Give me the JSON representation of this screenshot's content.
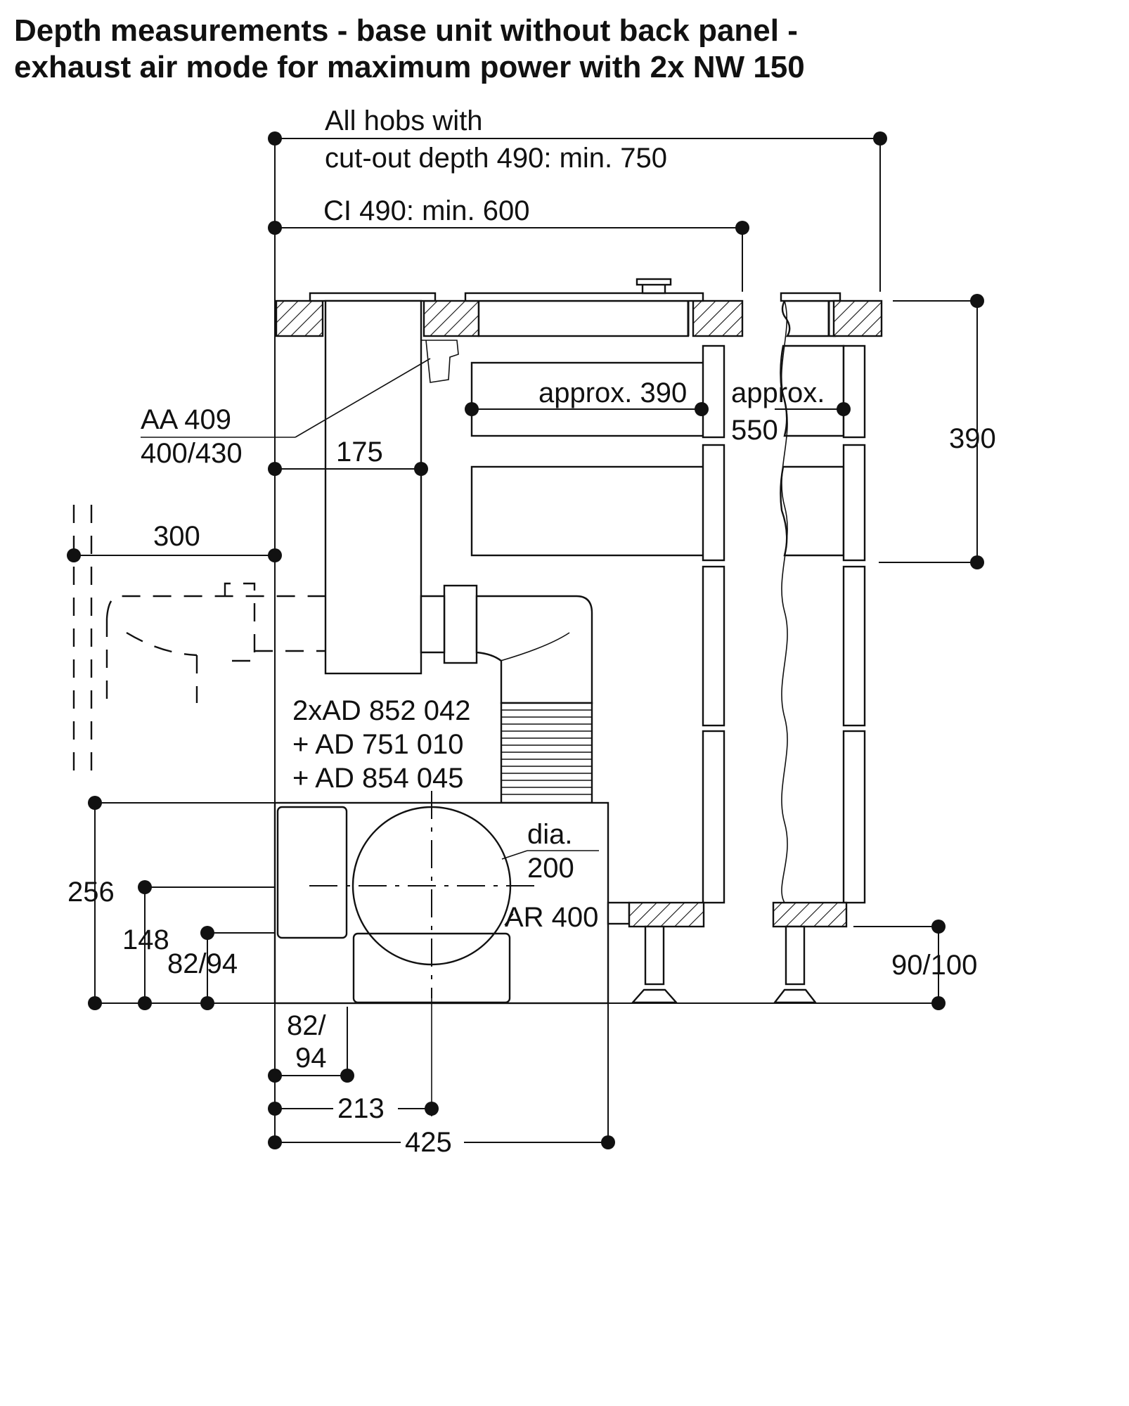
{
  "title": {
    "line1": "Depth measurements - base unit without back panel -",
    "line2": "exhaust air mode for maximum power with 2x NW 150"
  },
  "labels": {
    "all_hobs_line1": "All hobs with",
    "all_hobs_line2": "cut-out depth 490: min. 750",
    "ci_490": "CI 490: min. 600",
    "aa_409": "AA 409",
    "aa_409_sizes": "400/430",
    "dim_175": "175",
    "dim_300": "300",
    "approx_390": "approx. 390",
    "approx_550_line1": "approx.",
    "approx_550_line2": "550",
    "dim_390": "390",
    "ad_line1": "2xAD 852 042",
    "ad_line2": "+ AD 751 010",
    "ad_line3": "+ AD 854 045",
    "dia_line1": "dia.",
    "dia_line2": "200",
    "ar_400": "AR 400",
    "dim_256": "256",
    "dim_148": "148",
    "dim_82_94": "82/94",
    "dim_90_100": "90/100",
    "dim_82_94_bottom_line1": "82/",
    "dim_82_94_bottom_line2": "94",
    "dim_213": "213",
    "dim_425": "425"
  }
}
